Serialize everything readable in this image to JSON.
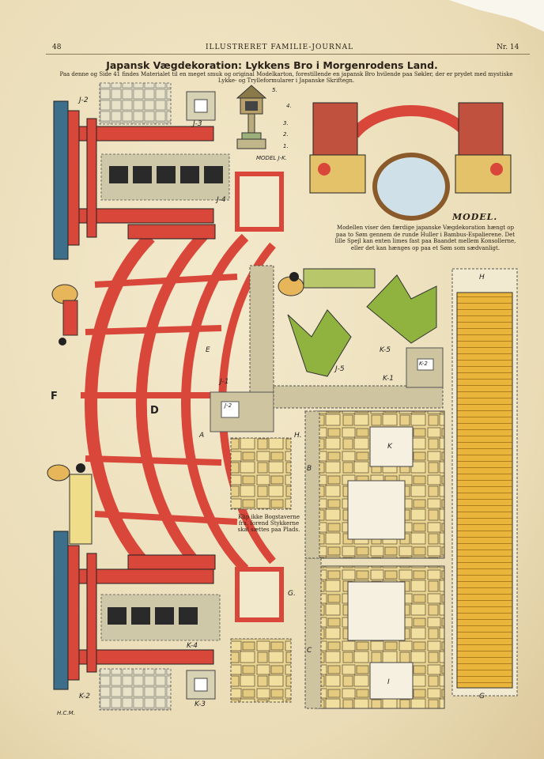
{
  "header": {
    "page_number": "48",
    "journal": "ILLUSTRERET FAMILIE-JOURNAL",
    "issue": "Nr. 14"
  },
  "title": "Japansk Vægdekoration: Lykkens Bro i Morgenrodens Land.",
  "subtitle": "Paa denne og Side 41 findes Materialet til en meget smuk og original Modelkarton, forestillende en japansk Bro hvilende paa Søkler, der er prydet med mystiske Lykke- og Trylleformularer i Japanske Skriftegn.",
  "model_label": "MODEL.",
  "model_description": "Modellen viser den færdige japanske Vægdekoration hængt op paa to Søm gennem de runde Huller i Bambus-Espalierene. Det lille Spejl kan enten limes fast paa Baandet mellem Konsollerne, eller det kan hænges op paa et Søm som sædvanligt.",
  "cut_note": "Klip ikke Bogstaverne fra, forend Stykkerne skal sættes paa Plads.",
  "lantern_parts": [
    "5.",
    "4.",
    "3.",
    "2.",
    "1."
  ],
  "lantern_caption": "MODEL J-K.",
  "signature": "H.C.M.",
  "labels": {
    "j2": "J-2",
    "j3": "J-3",
    "j4": "J-4",
    "j1": "J-1",
    "j1b": "J-2",
    "j5": "J-5",
    "k5": "K-5",
    "k1": "K-1",
    "k1b": "K-2",
    "k2": "K-2",
    "k3": "K-3",
    "k4": "K-4",
    "f": "F",
    "d": "D",
    "e": "E",
    "a": "A",
    "b": "B",
    "h": "H",
    "h2": "H.",
    "g": "G",
    "g2": "G.",
    "c": "C",
    "k": "K",
    "i": "I"
  },
  "colors": {
    "paper": "#efe4c4",
    "red": "#d9473a",
    "blue": "#3e6f8a",
    "yellow": "#e7b33a",
    "green": "#7fa63a",
    "stone": "#e9d38f"
  }
}
